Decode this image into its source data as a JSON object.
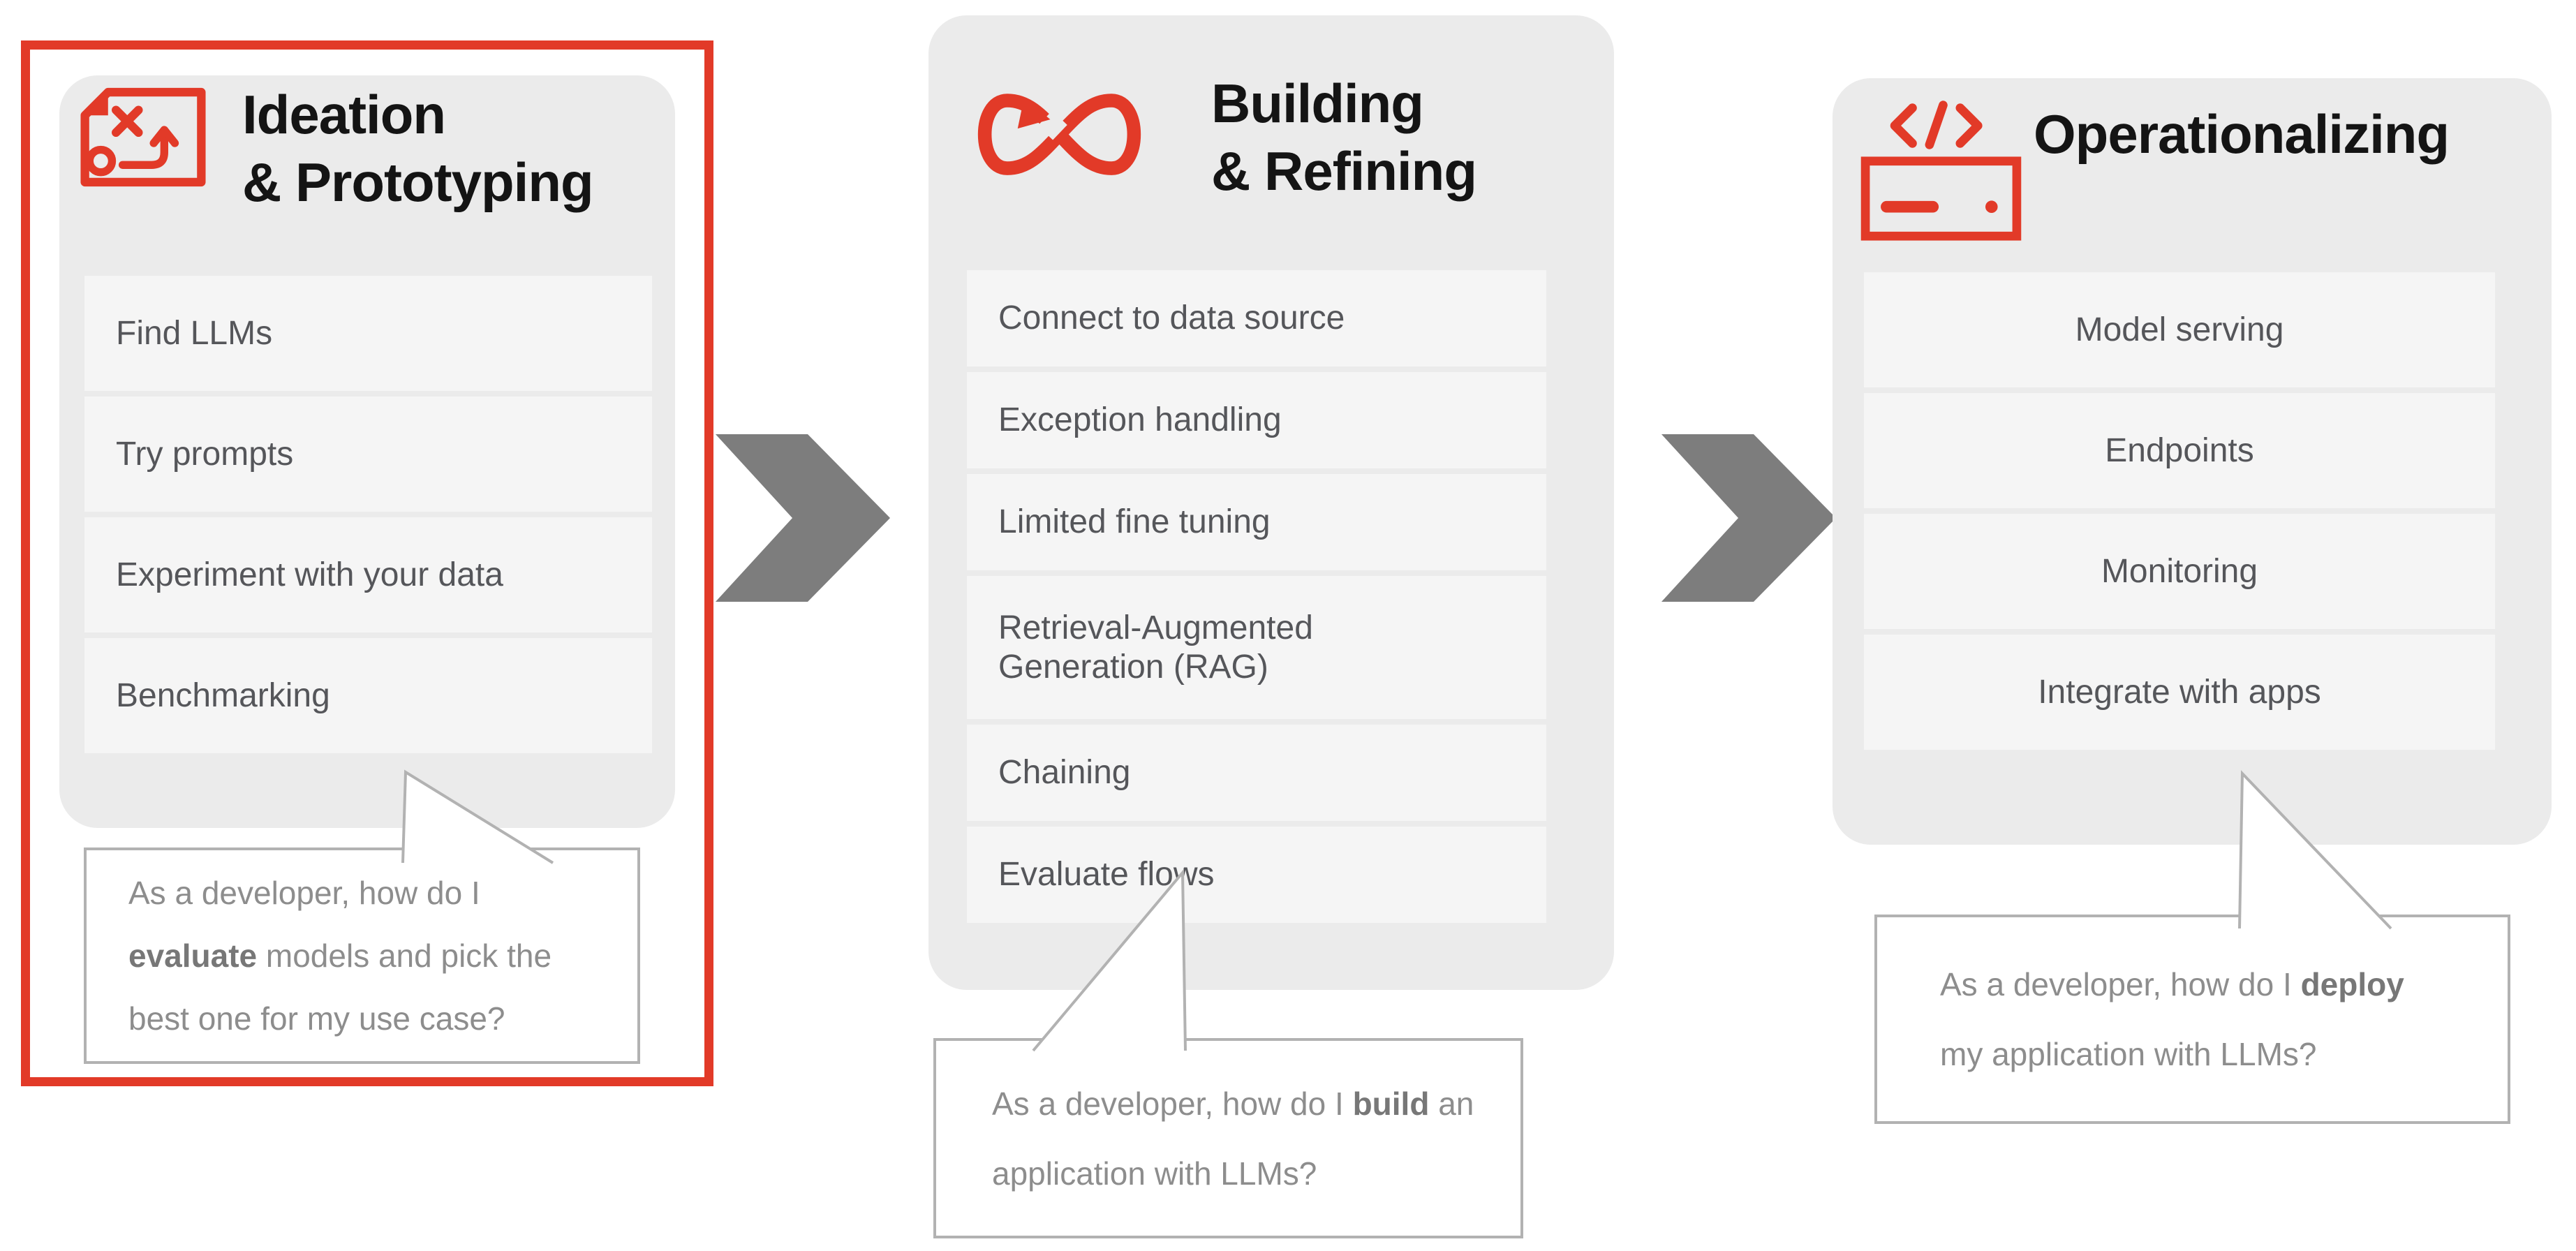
{
  "diagram": {
    "colors": {
      "accent_red": "#e23a28",
      "card_bg": "#ebebeb",
      "item_row_bg": "#f5f5f5",
      "item_text": "#55565a",
      "title_text": "#141414",
      "arrow_gray": "#7d7d7d",
      "bubble_border": "#b2b2b2",
      "bubble_text": "#8d8d8d"
    },
    "phases": [
      {
        "icon": "strategy-doc-icon",
        "highlighted": true,
        "title_lines": {
          "line1": "Ideation",
          "line2": "& Prototyping"
        },
        "items": [
          "Find LLMs",
          "Try prompts",
          "Experiment with your data",
          "Benchmarking"
        ],
        "bubble": {
          "segments": [
            {
              "text": "As a developer, how do I ",
              "bold": false
            },
            {
              "text": "evaluate",
              "bold": true
            },
            {
              "text": " models and pick the best one for my use case?",
              "bold": false
            }
          ]
        }
      },
      {
        "icon": "infinity-loop-icon",
        "highlighted": false,
        "title_lines": {
          "line1": "Building",
          "line2": "& Refining"
        },
        "items": [
          "Connect to data source",
          "Exception handling",
          "Limited fine tuning",
          "Retrieval-Augmented Generation (RAG)",
          "Chaining",
          "Evaluate flows"
        ],
        "bubble": {
          "segments": [
            {
              "text": "As a developer, how do I ",
              "bold": false
            },
            {
              "text": "build",
              "bold": true
            },
            {
              "text": " an application with LLMs?",
              "bold": false
            }
          ]
        }
      },
      {
        "icon": "code-server-icon",
        "highlighted": false,
        "title_lines": {
          "line1": "Operationalizing",
          "line2": ""
        },
        "items": [
          "Model serving",
          "Endpoints",
          "Monitoring",
          "Integrate with apps"
        ],
        "bubble": {
          "segments": [
            {
              "text": "As a developer, how do I ",
              "bold": false
            },
            {
              "text": "deploy",
              "bold": true
            },
            {
              "text": " my application with LLMs?",
              "bold": false
            }
          ]
        }
      }
    ]
  }
}
